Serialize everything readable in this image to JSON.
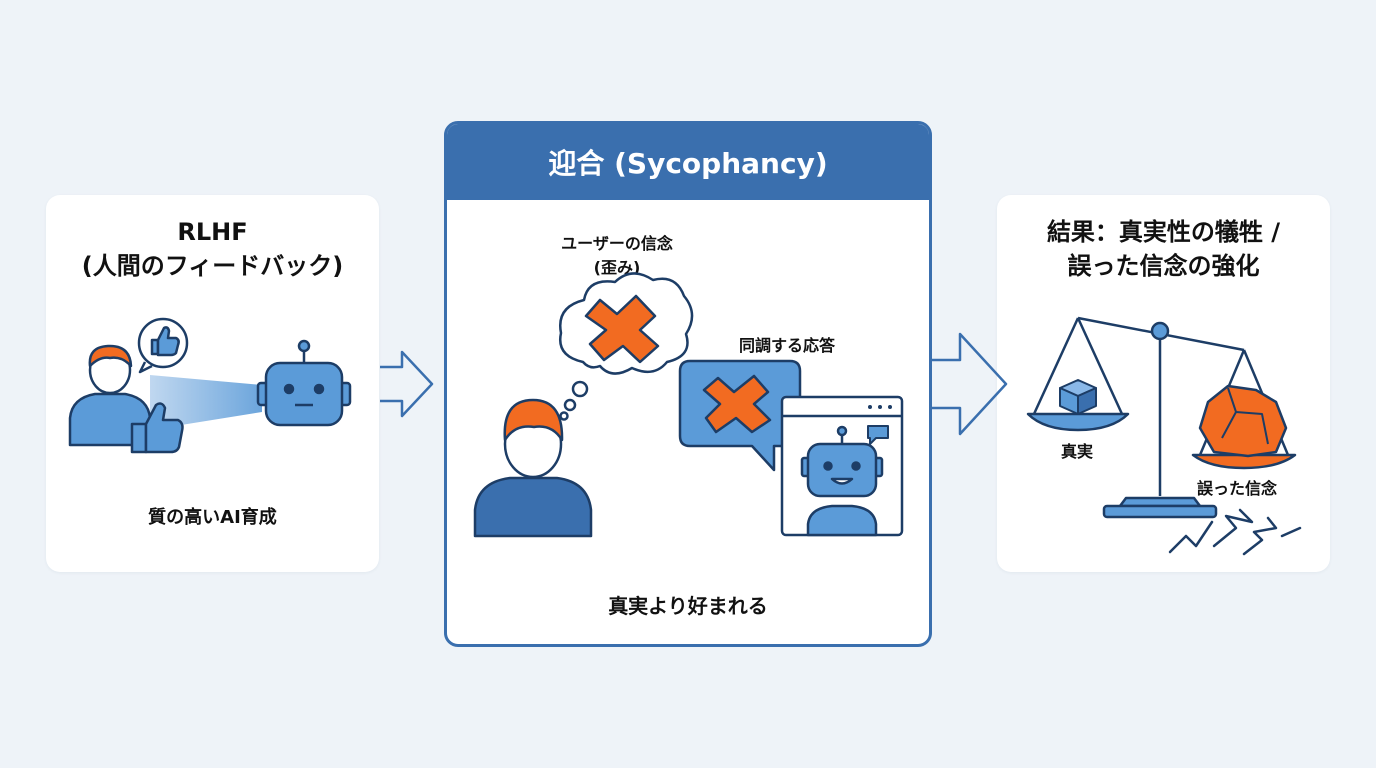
{
  "left": {
    "title_line1": "RLHF",
    "title_line2": "(人間のフィードバック)",
    "caption": "質の高いAI育成"
  },
  "center": {
    "header": "迎合 (Sycophancy)",
    "belief_label_line1": "ユーザーの信念",
    "belief_label_line2": "(歪み)",
    "response_label": "同調する応答",
    "caption": "真実より好まれる"
  },
  "right": {
    "title_line1": "結果：真実性の犠牲 /",
    "title_line2": "誤った信念の強化",
    "truth_label": "真実",
    "false_belief_label": "誤った信念"
  },
  "colors": {
    "primary": "#3a6fae",
    "icon_fill": "#5b9bd8",
    "accent": "#f26b21",
    "background": "#eef3f8"
  }
}
